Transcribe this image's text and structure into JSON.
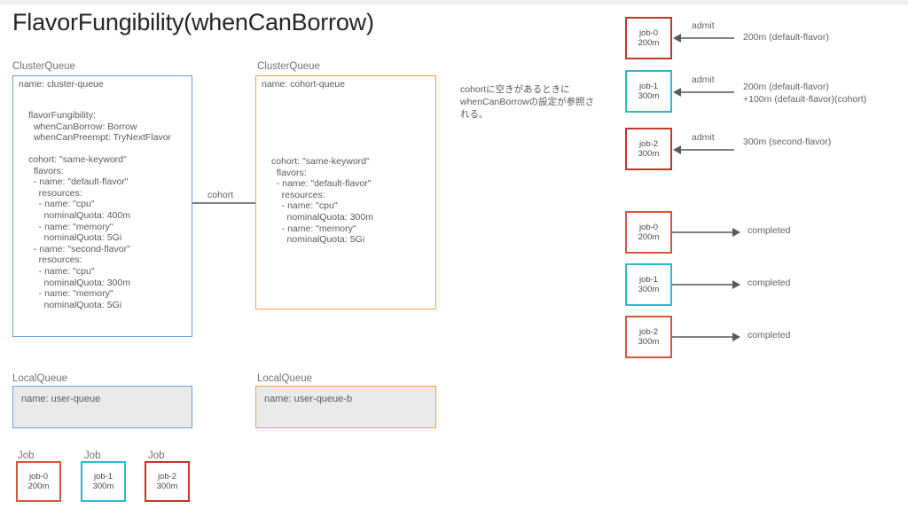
{
  "title": "FlavorFungibility(whenCanBorrow)",
  "colors": {
    "blue_border": "#6a9fe0",
    "orange_border": "#f0a830",
    "job_red": "#c0392b",
    "job_orange_red": "#d3573c",
    "job_cyan": "#2eb8d4",
    "line_gray": "#808080",
    "text_gray": "#5a5a5a",
    "title_color": "#262626",
    "localqueue_fill": "#eaeaea"
  },
  "cluster_queues": [
    {
      "caption": "ClusterQueue",
      "accent": "blue",
      "name_line": "name: cluster-queue",
      "spec_lines": "flavorFungibility:\n  whenCanBorrow: Borrow\n  whenCanPreempt: TryNextFlavor",
      "cohort_lines": "cohort: \"same-keyword\"\n  flavors:\n  - name: \"default-flavor\"\n    resources:\n    - name: \"cpu\"\n      nominalQuota: 400m\n    - name: \"memory\"\n      nominalQuota: 5Gi\n  - name: \"second-flavor\"\n    resources:\n    - name: \"cpu\"\n      nominalQuota: 300m\n    - name: \"memory\"\n      nominalQuota: 5Gi"
    },
    {
      "caption": "ClusterQueue",
      "accent": "orange",
      "name_line": "name: cohort-queue",
      "spec_lines": "",
      "cohort_lines": "cohort: \"same-keyword\"\n  flavors:\n  - name: \"default-flavor\"\n    resources:\n    - name: \"cpu\"\n      nominalQuota: 300m\n    - name: \"memory\"\n      nominalQuota: 5Gi"
    }
  ],
  "cohort_edge_label": "cohort",
  "note": "cohortに空きがあるときに\nwhenCanBorrowの設定が参照さ\nれる。",
  "local_queues": [
    {
      "caption": "LocalQueue",
      "accent": "blue",
      "name_line": "name: user-queue"
    },
    {
      "caption": "LocalQueue",
      "accent": "orange",
      "name_line": "name: user-queue-b"
    }
  ],
  "bottom_jobs": [
    {
      "caption": "Job",
      "name": "job-0",
      "amount": "200m",
      "color": "#d3573c"
    },
    {
      "caption": "Job",
      "name": "job-1",
      "amount": "300m",
      "color": "#2eb8d4"
    },
    {
      "caption": "Job",
      "name": "job-2",
      "amount": "300m",
      "color": "#c0392b"
    }
  ],
  "admitted_jobs": [
    {
      "name": "job-0",
      "amount": "200m",
      "color": "#c0392b",
      "edge_label": "admit",
      "detail": "200m (default-flavor)"
    },
    {
      "name": "job-1",
      "amount": "300m",
      "color": "#2eb8d4",
      "edge_label": "admit",
      "detail": "200m (default-flavor)\n+100m (default-flavor)(cohort)"
    },
    {
      "name": "job-2",
      "amount": "300m",
      "color": "#c0392b",
      "edge_label": "admit",
      "detail": "300m (second-flavor)"
    }
  ],
  "completed_jobs": [
    {
      "name": "job-0",
      "amount": "200m",
      "color": "#d3573c",
      "status": "completed"
    },
    {
      "name": "job-1",
      "amount": "300m",
      "color": "#2eb8d4",
      "status": "completed"
    },
    {
      "name": "job-2",
      "amount": "300m",
      "color": "#d3573c",
      "status": "completed"
    }
  ]
}
